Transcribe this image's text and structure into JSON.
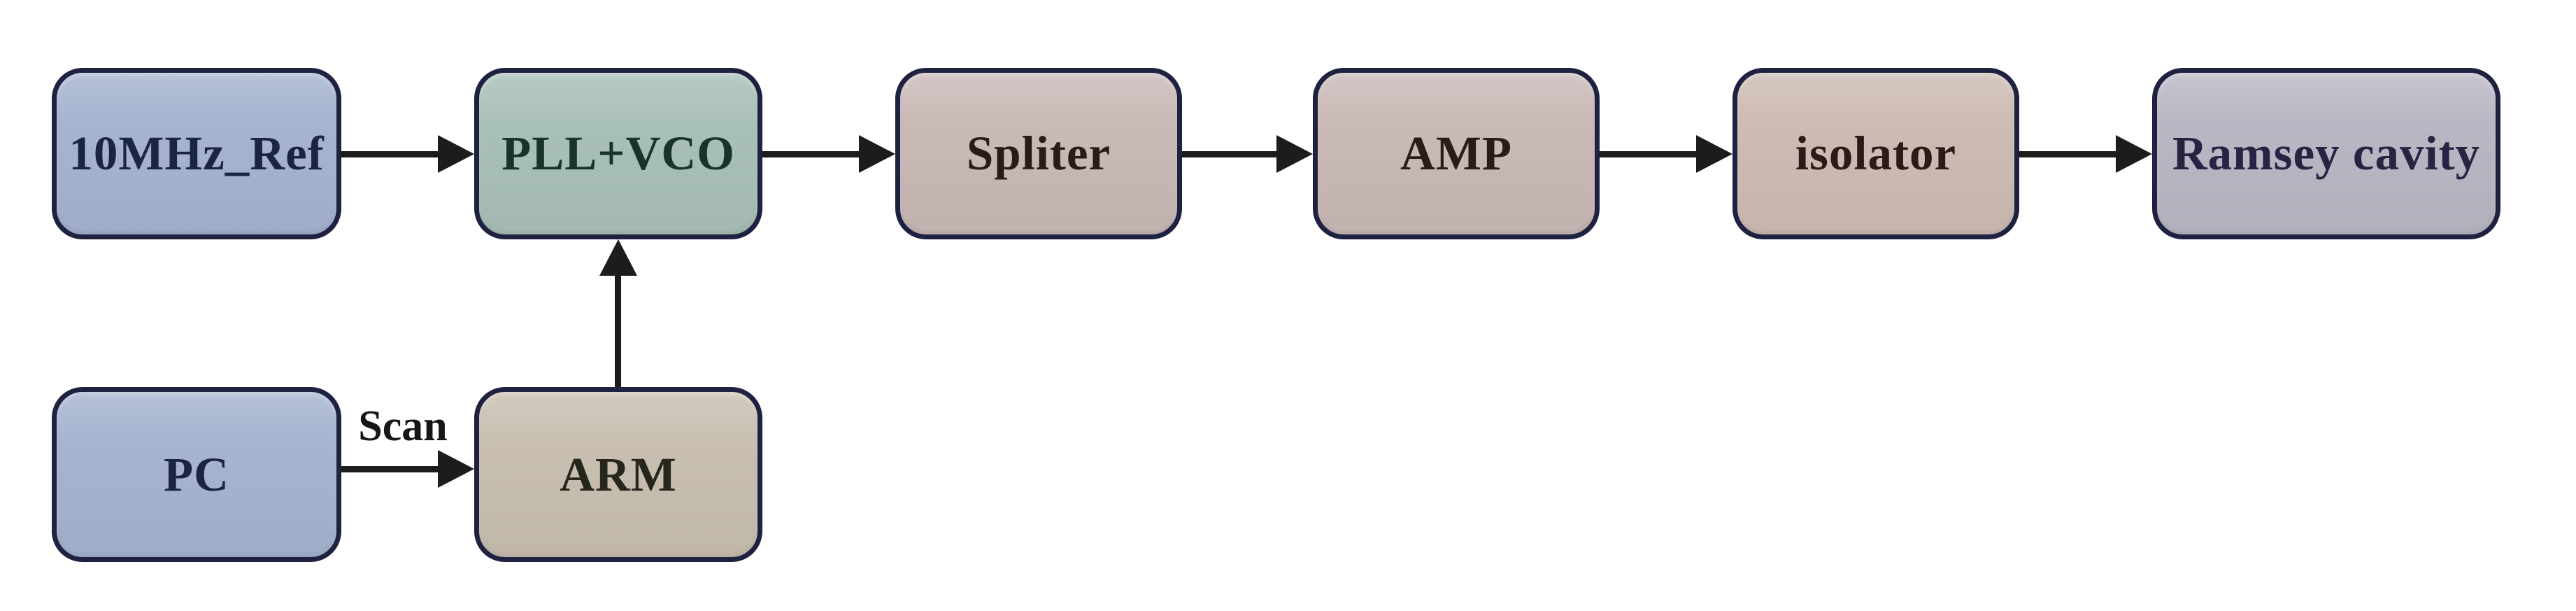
{
  "diagram": {
    "background": "#ffffff",
    "border_color": "#1e2140",
    "arrow_color": "#1c1c1c",
    "blocks": [
      {
        "id": "ref-10mhz",
        "label": "10MHz_Ref",
        "fill": "#a6b4d0",
        "text_color": "#1b2440"
      },
      {
        "id": "pll-vco",
        "label": "PLL+VCO",
        "fill": "#a9c0b8",
        "text_color": "#17332a"
      },
      {
        "id": "spliter",
        "label": "Spliter",
        "fill": "#c9b9b7",
        "text_color": "#2b1b18"
      },
      {
        "id": "amp",
        "label": "AMP",
        "fill": "#c9b9b7",
        "text_color": "#2b1b18"
      },
      {
        "id": "isolator",
        "label": "isolator",
        "fill": "#cdbcb3",
        "text_color": "#2b1b18"
      },
      {
        "id": "ramsey-cavity",
        "label": "Ramsey cavity",
        "fill": "#bab7c4",
        "text_color": "#272343"
      },
      {
        "id": "pc",
        "label": "PC",
        "fill": "#a6b4d0",
        "text_color": "#1b2440"
      },
      {
        "id": "arm",
        "label": "ARM",
        "fill": "#c8bfb0",
        "text_color": "#26261c"
      }
    ],
    "edges": [
      {
        "from": "10MHz_Ref",
        "to": "PLL+VCO",
        "label": ""
      },
      {
        "from": "PLL+VCO",
        "to": "Spliter",
        "label": ""
      },
      {
        "from": "Spliter",
        "to": "AMP",
        "label": ""
      },
      {
        "from": "AMP",
        "to": "isolator",
        "label": ""
      },
      {
        "from": "isolator",
        "to": "Ramsey cavity",
        "label": ""
      },
      {
        "from": "PC",
        "to": "ARM",
        "label": "Scan"
      },
      {
        "from": "ARM",
        "to": "PLL+VCO",
        "label": ""
      }
    ]
  }
}
